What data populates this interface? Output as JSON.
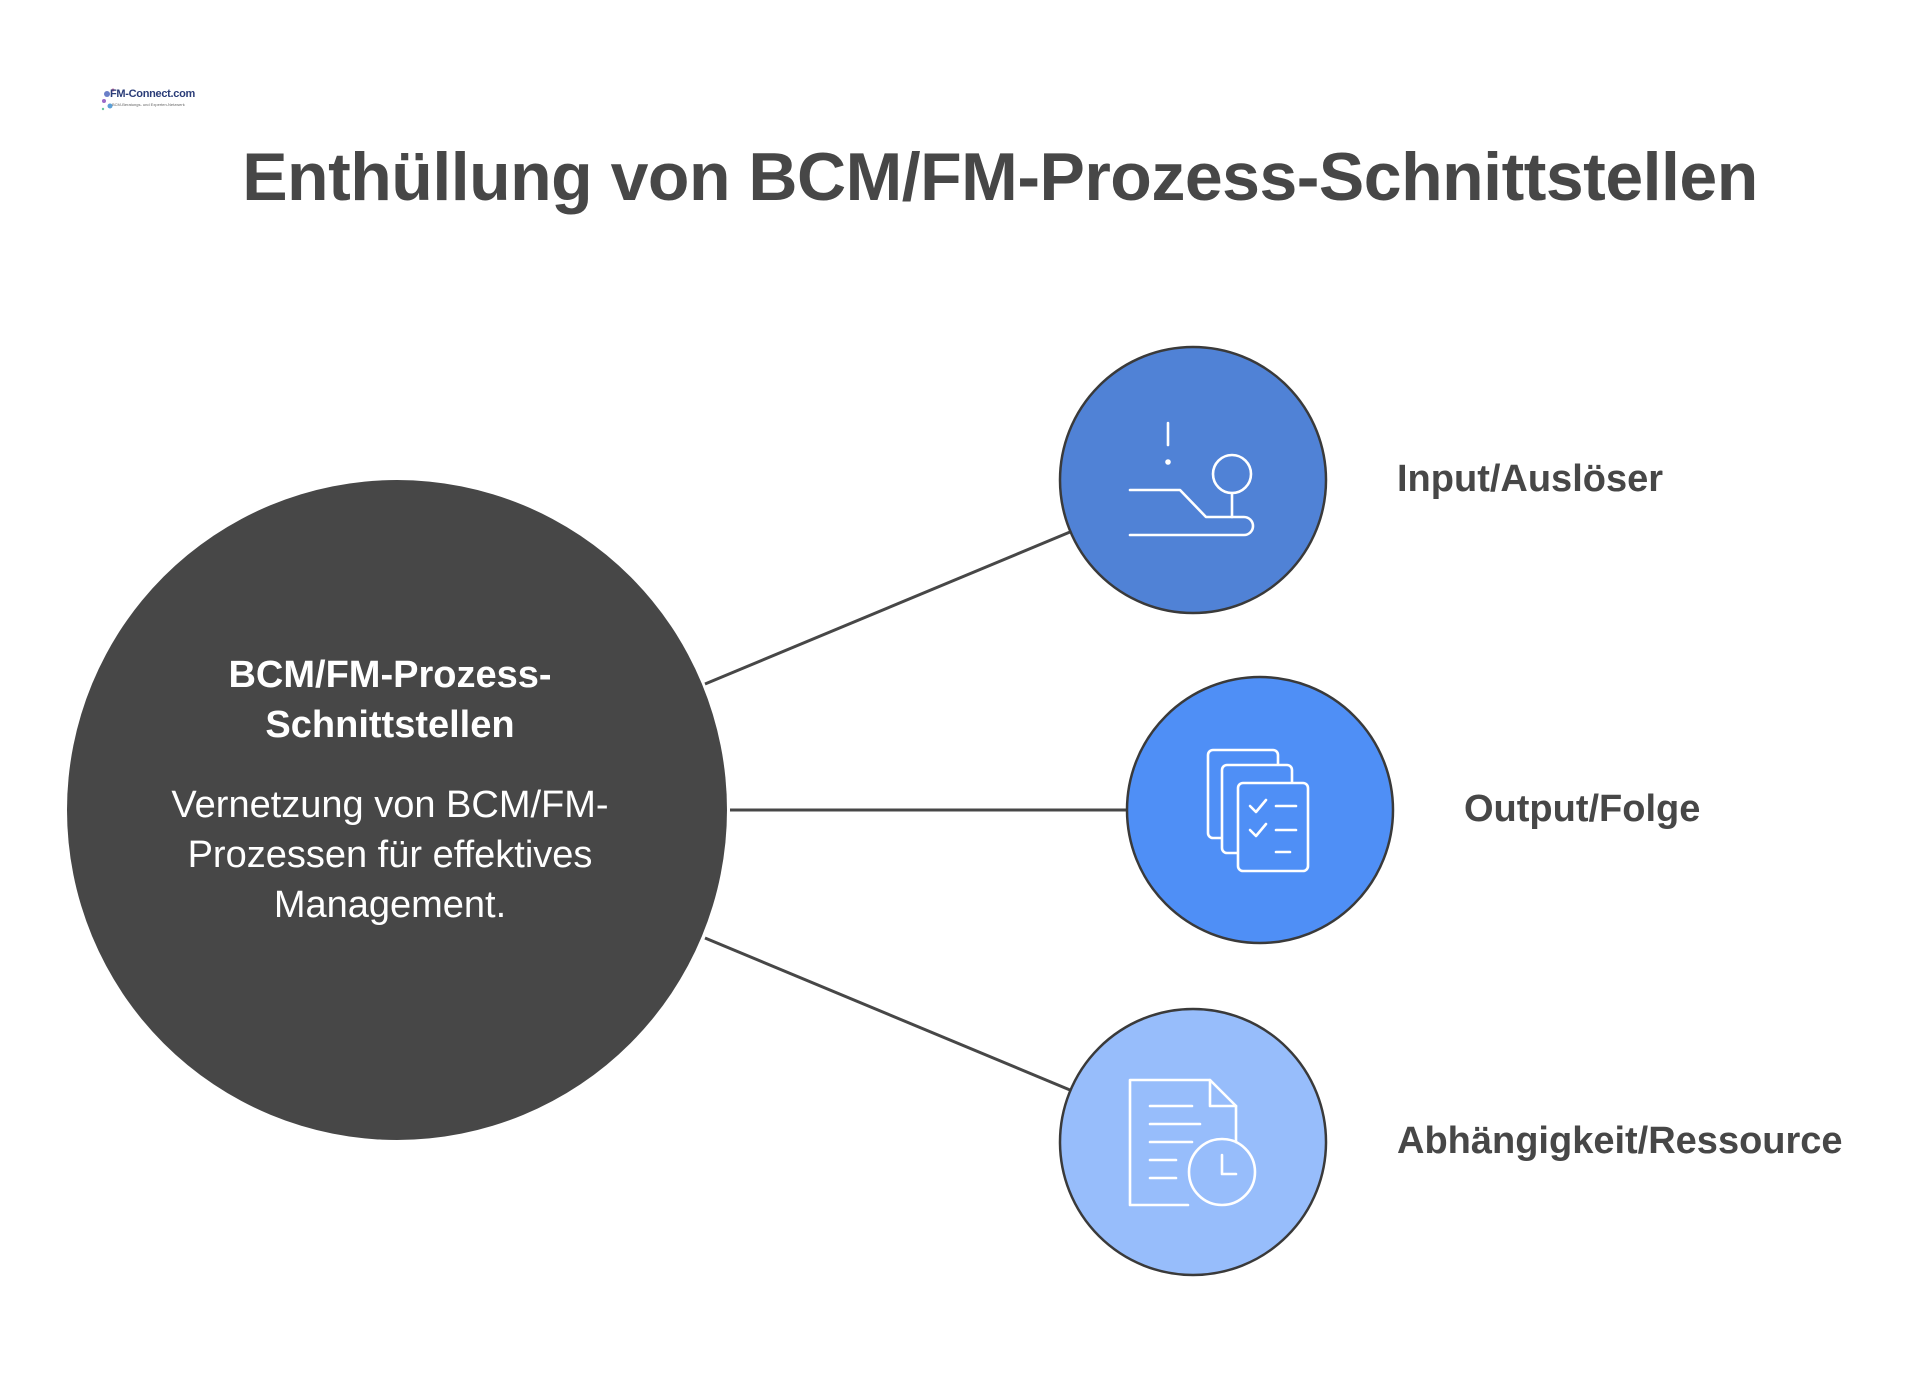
{
  "logo": {
    "text": "FM-Connect.com",
    "subtext": "BCM-Beratungs- und Experten-Netzwerk"
  },
  "title": "Enthüllung von BCM/FM-Prozess-Schnittstellen",
  "hub": {
    "heading": "BCM/FM-Prozess-Schnittstellen",
    "description": "Vernetzung von BCM/FM-Prozessen für effektives Management.",
    "color": "#474747"
  },
  "nodes": [
    {
      "label": "Input/Auslöser",
      "icon": "joystick-alert-icon",
      "color": "#5082d6"
    },
    {
      "label": "Output/Folge",
      "icon": "checklist-documents-icon",
      "color": "#4f8ff6"
    },
    {
      "label": "Abhängigkeit/Ressource",
      "icon": "document-clock-icon",
      "color": "#97bdfb"
    }
  ]
}
